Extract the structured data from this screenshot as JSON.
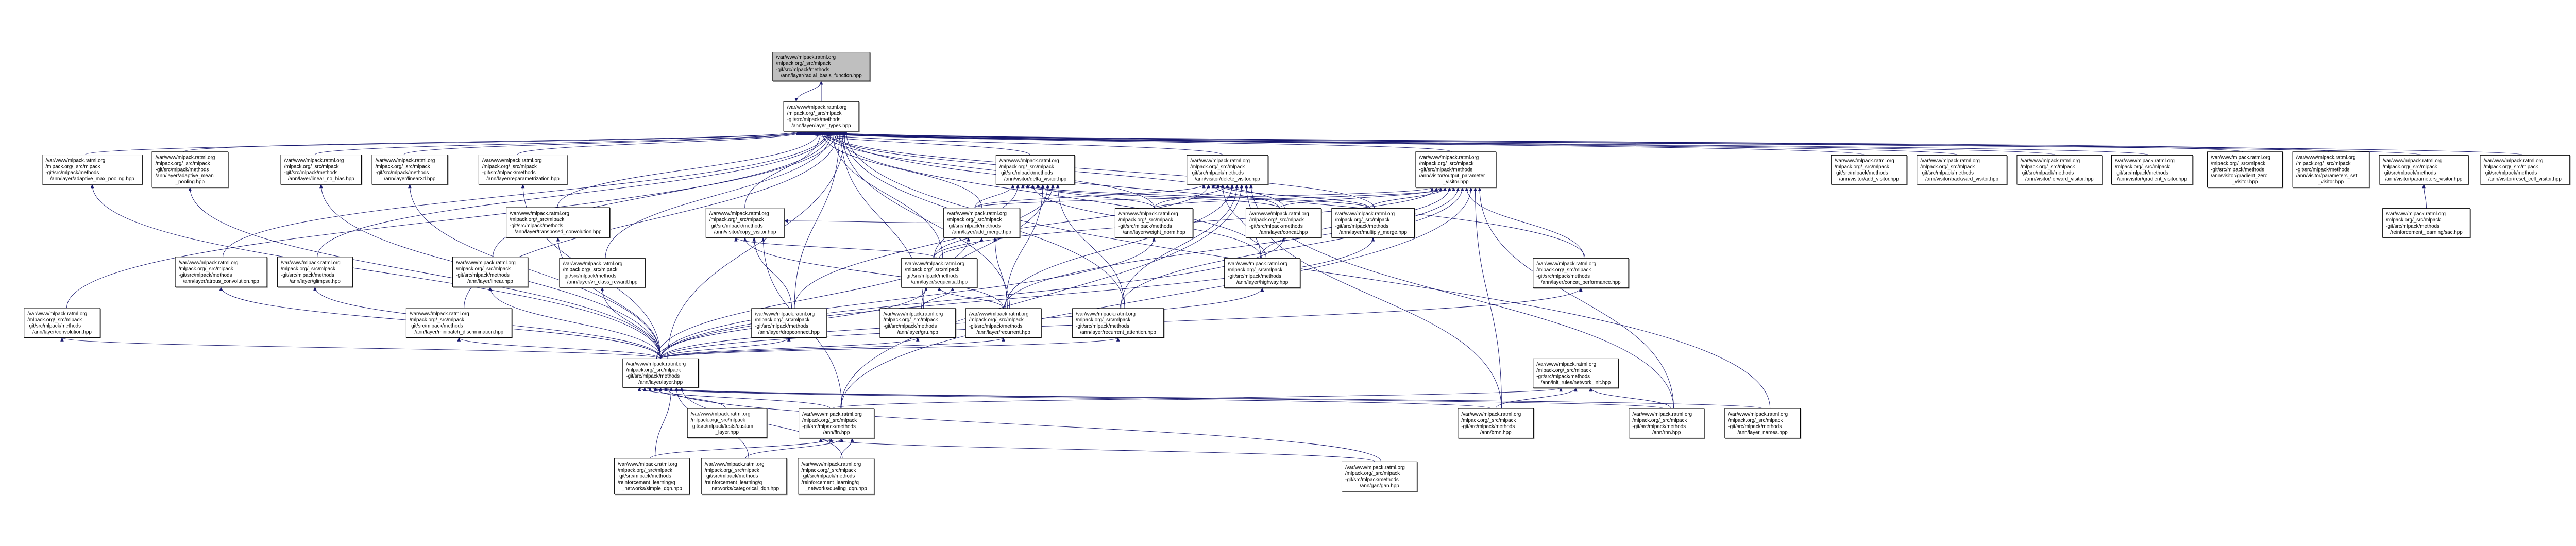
{
  "graph": {
    "edge_color": "#191970",
    "root_fill": "#bfbfbf",
    "nodes": {
      "radial_basis_function": {
        "lines": [
          "/var/www/mlpack.ratml.org",
          "/mlpack.org/_src/mlpack",
          "-git/src/mlpack/methods",
          "/ann/layer/radial_basis_function.hpp"
        ],
        "root": true
      },
      "layer_types": {
        "lines": [
          "/var/www/mlpack.ratml.org",
          "/mlpack.org/_src/mlpack",
          "-git/src/mlpack/methods",
          "/ann/layer/layer_types.hpp"
        ]
      },
      "adaptive_max_pooling": {
        "lines": [
          "/var/www/mlpack.ratml.org",
          "/mlpack.org/_src/mlpack",
          "-git/src/mlpack/methods",
          "/ann/layer/adaptive_max_pooling.hpp"
        ]
      },
      "adaptive_mean_pooling": {
        "lines": [
          "/var/www/mlpack.ratml.org",
          "/mlpack.org/_src/mlpack",
          "-git/src/mlpack/methods",
          "/ann/layer/adaptive_mean",
          "_pooling.hpp"
        ]
      },
      "linear_no_bias": {
        "lines": [
          "/var/www/mlpack.ratml.org",
          "/mlpack.org/_src/mlpack",
          "-git/src/mlpack/methods",
          "/ann/layer/linear_no_bias.hpp"
        ]
      },
      "linear3d": {
        "lines": [
          "/var/www/mlpack.ratml.org",
          "/mlpack.org/_src/mlpack",
          "-git/src/mlpack/methods",
          "/ann/layer/linear3d.hpp"
        ]
      },
      "reparametrization": {
        "lines": [
          "/var/www/mlpack.ratml.org",
          "/mlpack.org/_src/mlpack",
          "-git/src/mlpack/methods",
          "/ann/layer/reparametrization.hpp"
        ]
      },
      "delta_visitor": {
        "lines": [
          "/var/www/mlpack.ratml.org",
          "/mlpack.org/_src/mlpack",
          "-git/src/mlpack/methods",
          "/ann/visitor/delta_visitor.hpp"
        ]
      },
      "delete_visitor": {
        "lines": [
          "/var/www/mlpack.ratml.org",
          "/mlpack.org/_src/mlpack",
          "-git/src/mlpack/methods",
          "/ann/visitor/delete_visitor.hpp"
        ]
      },
      "output_parameter_visitor": {
        "lines": [
          "/var/www/mlpack.ratml.org",
          "/mlpack.org/_src/mlpack",
          "-git/src/mlpack/methods",
          "/ann/visitor/output_parameter",
          "_visitor.hpp"
        ]
      },
      "add_visitor": {
        "lines": [
          "/var/www/mlpack.ratml.org",
          "/mlpack.org/_src/mlpack",
          "-git/src/mlpack/methods",
          "/ann/visitor/add_visitor.hpp"
        ]
      },
      "backward_visitor": {
        "lines": [
          "/var/www/mlpack.ratml.org",
          "/mlpack.org/_src/mlpack",
          "-git/src/mlpack/methods",
          "/ann/visitor/backward_visitor.hpp"
        ]
      },
      "forward_visitor": {
        "lines": [
          "/var/www/mlpack.ratml.org",
          "/mlpack.org/_src/mlpack",
          "-git/src/mlpack/methods",
          "/ann/visitor/forward_visitor.hpp"
        ]
      },
      "gradient_visitor": {
        "lines": [
          "/var/www/mlpack.ratml.org",
          "/mlpack.org/_src/mlpack",
          "-git/src/mlpack/methods",
          "/ann/visitor/gradient_visitor.hpp"
        ]
      },
      "gradient_zero_visitor": {
        "lines": [
          "/var/www/mlpack.ratml.org",
          "/mlpack.org/_src/mlpack",
          "-git/src/mlpack/methods",
          "/ann/visitor/gradient_zero",
          "_visitor.hpp"
        ]
      },
      "parameters_set_visitor": {
        "lines": [
          "/var/www/mlpack.ratml.org",
          "/mlpack.org/_src/mlpack",
          "-git/src/mlpack/methods",
          "/ann/visitor/parameters_set",
          "_visitor.hpp"
        ]
      },
      "parameters_visitor": {
        "lines": [
          "/var/www/mlpack.ratml.org",
          "/mlpack.org/_src/mlpack",
          "-git/src/mlpack/methods",
          "/ann/visitor/parameters_visitor.hpp"
        ]
      },
      "reset_cell_visitor": {
        "lines": [
          "/var/www/mlpack.ratml.org",
          "/mlpack.org/_src/mlpack",
          "-git/src/mlpack/methods",
          "/ann/visitor/reset_cell_visitor.hpp"
        ]
      },
      "transposed_convolution": {
        "lines": [
          "/var/www/mlpack.ratml.org",
          "/mlpack.org/_src/mlpack",
          "-git/src/mlpack/methods",
          "/ann/layer/transposed_convolution.hpp"
        ]
      },
      "copy_visitor": {
        "lines": [
          "/var/www/mlpack.ratml.org",
          "/mlpack.org/_src/mlpack",
          "-git/src/mlpack/methods",
          "/ann/visitor/copy_visitor.hpp"
        ]
      },
      "add_merge": {
        "lines": [
          "/var/www/mlpack.ratml.org",
          "/mlpack.org/_src/mlpack",
          "-git/src/mlpack/methods",
          "/ann/layer/add_merge.hpp"
        ]
      },
      "weight_norm": {
        "lines": [
          "/var/www/mlpack.ratml.org",
          "/mlpack.org/_src/mlpack",
          "-git/src/mlpack/methods",
          "/ann/layer/weight_norm.hpp"
        ]
      },
      "concat": {
        "lines": [
          "/var/www/mlpack.ratml.org",
          "/mlpack.org/_src/mlpack",
          "-git/src/mlpack/methods",
          "/ann/layer/concat.hpp"
        ]
      },
      "multiply_merge": {
        "lines": [
          "/var/www/mlpack.ratml.org",
          "/mlpack.org/_src/mlpack",
          "-git/src/mlpack/methods",
          "/ann/layer/multiply_merge.hpp"
        ]
      },
      "sac": {
        "lines": [
          "/var/www/mlpack.ratml.org",
          "/mlpack.org/_src/mlpack",
          "-git/src/mlpack/methods",
          "/reinforcement_learning/sac.hpp"
        ]
      },
      "atrous_convolution": {
        "lines": [
          "/var/www/mlpack.ratml.org",
          "/mlpack.org/_src/mlpack",
          "-git/src/mlpack/methods",
          "/ann/layer/atrous_convolution.hpp"
        ]
      },
      "glimpse": {
        "lines": [
          "/var/www/mlpack.ratml.org",
          "/mlpack.org/_src/mlpack",
          "-git/src/mlpack/methods",
          "/ann/layer/glimpse.hpp"
        ]
      },
      "linear": {
        "lines": [
          "/var/www/mlpack.ratml.org",
          "/mlpack.org/_src/mlpack",
          "-git/src/mlpack/methods",
          "/ann/layer/linear.hpp"
        ]
      },
      "vr_class_reward": {
        "lines": [
          "/var/www/mlpack.ratml.org",
          "/mlpack.org/_src/mlpack",
          "-git/src/mlpack/methods",
          "/ann/layer/vr_class_reward.hpp"
        ]
      },
      "sequential": {
        "lines": [
          "/var/www/mlpack.ratml.org",
          "/mlpack.org/_src/mlpack",
          "-git/src/mlpack/methods",
          "/ann/layer/sequential.hpp"
        ]
      },
      "highway": {
        "lines": [
          "/var/www/mlpack.ratml.org",
          "/mlpack.org/_src/mlpack",
          "-git/src/mlpack/methods",
          "/ann/layer/highway.hpp"
        ]
      },
      "concat_performance": {
        "lines": [
          "/var/www/mlpack.ratml.org",
          "/mlpack.org/_src/mlpack",
          "-git/src/mlpack/methods",
          "/ann/layer/concat_performance.hpp"
        ]
      },
      "convolution": {
        "lines": [
          "/var/www/mlpack.ratml.org",
          "/mlpack.org/_src/mlpack",
          "-git/src/mlpack/methods",
          "/ann/layer/convolution.hpp"
        ]
      },
      "minibatch_discrimination": {
        "lines": [
          "/var/www/mlpack.ratml.org",
          "/mlpack.org/_src/mlpack",
          "-git/src/mlpack/methods",
          "/ann/layer/minibatch_discrimination.hpp"
        ]
      },
      "dropconnect": {
        "lines": [
          "/var/www/mlpack.ratml.org",
          "/mlpack.org/_src/mlpack",
          "-git/src/mlpack/methods",
          "/ann/layer/dropconnect.hpp"
        ]
      },
      "gru": {
        "lines": [
          "/var/www/mlpack.ratml.org",
          "/mlpack.org/_src/mlpack",
          "-git/src/mlpack/methods",
          "/ann/layer/gru.hpp"
        ]
      },
      "recurrent": {
        "lines": [
          "/var/www/mlpack.ratml.org",
          "/mlpack.org/_src/mlpack",
          "-git/src/mlpack/methods",
          "/ann/layer/recurrent.hpp"
        ]
      },
      "recurrent_attention": {
        "lines": [
          "/var/www/mlpack.ratml.org",
          "/mlpack.org/_src/mlpack",
          "-git/src/mlpack/methods",
          "/ann/layer/recurrent_attention.hpp"
        ]
      },
      "layer": {
        "lines": [
          "/var/www/mlpack.ratml.org",
          "/mlpack.org/_src/mlpack",
          "-git/src/mlpack/methods",
          "/ann/layer/layer.hpp"
        ]
      },
      "network_init": {
        "lines": [
          "/var/www/mlpack.ratml.org",
          "/mlpack.org/_src/mlpack",
          "-git/src/mlpack/methods",
          "/ann/init_rules/network_init.hpp"
        ]
      },
      "custom_layer": {
        "lines": [
          "/var/www/mlpack.ratml.org",
          "/mlpack.org/_src/mlpack",
          "-git/src/mlpack/tests/custom",
          "_layer.hpp"
        ]
      },
      "ffn": {
        "lines": [
          "/var/www/mlpack.ratml.org",
          "/mlpack.org/_src/mlpack",
          "-git/src/mlpack/methods",
          "/ann/ffn.hpp"
        ]
      },
      "brnn": {
        "lines": [
          "/var/www/mlpack.ratml.org",
          "/mlpack.org/_src/mlpack",
          "-git/src/mlpack/methods",
          "/ann/brnn.hpp"
        ]
      },
      "rnn": {
        "lines": [
          "/var/www/mlpack.ratml.org",
          "/mlpack.org/_src/mlpack",
          "-git/src/mlpack/methods",
          "/ann/rnn.hpp"
        ]
      },
      "layer_names": {
        "lines": [
          "/var/www/mlpack.ratml.org",
          "/mlpack.org/_src/mlpack",
          "-git/src/mlpack/methods",
          "/ann/layer_names.hpp"
        ]
      },
      "simple_dqn": {
        "lines": [
          "/var/www/mlpack.ratml.org",
          "/mlpack.org/_src/mlpack",
          "-git/src/mlpack/methods",
          "/reinforcement_learning/q",
          "_networks/simple_dqn.hpp"
        ]
      },
      "categorical_dqn": {
        "lines": [
          "/var/www/mlpack.ratml.org",
          "/mlpack.org/_src/mlpack",
          "-git/src/mlpack/methods",
          "/reinforcement_learning/q",
          "_networks/categorical_dqn.hpp"
        ]
      },
      "dueling_dqn": {
        "lines": [
          "/var/www/mlpack.ratml.org",
          "/mlpack.org/_src/mlpack",
          "-git/src/mlpack/methods",
          "/reinforcement_learning/q",
          "_networks/dueling_dqn.hpp"
        ]
      },
      "gan": {
        "lines": [
          "/var/www/mlpack.ratml.org",
          "/mlpack.org/_src/mlpack",
          "-git/src/mlpack/methods",
          "/ann/gan/gan.hpp"
        ]
      }
    },
    "edges": [
      [
        "layer_types",
        "radial_basis_function"
      ],
      [
        "radial_basis_function",
        "layer_types"
      ],
      [
        "adaptive_max_pooling",
        "layer_types"
      ],
      [
        "adaptive_mean_pooling",
        "layer_types"
      ],
      [
        "linear_no_bias",
        "layer_types"
      ],
      [
        "linear3d",
        "layer_types"
      ],
      [
        "reparametrization",
        "layer_types"
      ],
      [
        "delta_visitor",
        "layer_types"
      ],
      [
        "delete_visitor",
        "layer_types"
      ],
      [
        "output_parameter_visitor",
        "layer_types"
      ],
      [
        "add_visitor",
        "layer_types"
      ],
      [
        "backward_visitor",
        "layer_types"
      ],
      [
        "forward_visitor",
        "layer_types"
      ],
      [
        "gradient_visitor",
        "layer_types"
      ],
      [
        "gradient_zero_visitor",
        "layer_types"
      ],
      [
        "parameters_set_visitor",
        "layer_types"
      ],
      [
        "parameters_visitor",
        "layer_types"
      ],
      [
        "reset_cell_visitor",
        "layer_types"
      ],
      [
        "transposed_convolution",
        "layer_types"
      ],
      [
        "copy_visitor",
        "layer_types"
      ],
      [
        "add_merge",
        "layer_types"
      ],
      [
        "weight_norm",
        "layer_types"
      ],
      [
        "concat",
        "layer_types"
      ],
      [
        "multiply_merge",
        "layer_types"
      ],
      [
        "atrous_convolution",
        "layer_types"
      ],
      [
        "glimpse",
        "layer_types"
      ],
      [
        "linear",
        "layer_types"
      ],
      [
        "vr_class_reward",
        "layer_types"
      ],
      [
        "sequential",
        "layer_types"
      ],
      [
        "highway",
        "layer_types"
      ],
      [
        "concat_performance",
        "layer_types"
      ],
      [
        "convolution",
        "layer_types"
      ],
      [
        "minibatch_discrimination",
        "layer_types"
      ],
      [
        "dropconnect",
        "layer_types"
      ],
      [
        "gru",
        "layer_types"
      ],
      [
        "recurrent",
        "layer_types"
      ],
      [
        "recurrent_attention",
        "layer_types"
      ],
      [
        "layer",
        "layer_types"
      ],
      [
        "layer_names",
        "layer_types"
      ],
      [
        "layer",
        "adaptive_max_pooling"
      ],
      [
        "layer",
        "adaptive_mean_pooling"
      ],
      [
        "layer",
        "linear_no_bias"
      ],
      [
        "layer",
        "linear3d"
      ],
      [
        "layer",
        "reparametrization"
      ],
      [
        "layer",
        "transposed_convolution"
      ],
      [
        "layer",
        "atrous_convolution"
      ],
      [
        "layer",
        "glimpse"
      ],
      [
        "layer",
        "linear"
      ],
      [
        "layer",
        "vr_class_reward"
      ],
      [
        "layer",
        "convolution"
      ],
      [
        "layer",
        "minibatch_discrimination"
      ],
      [
        "layer",
        "dropconnect"
      ],
      [
        "layer",
        "gru"
      ],
      [
        "layer",
        "recurrent"
      ],
      [
        "layer",
        "recurrent_attention"
      ],
      [
        "layer",
        "sequential"
      ],
      [
        "layer",
        "highway"
      ],
      [
        "layer",
        "concat_performance"
      ],
      [
        "layer",
        "add_merge"
      ],
      [
        "layer",
        "weight_norm"
      ],
      [
        "layer",
        "concat"
      ],
      [
        "layer",
        "multiply_merge"
      ],
      [
        "add_merge",
        "delta_visitor"
      ],
      [
        "add_merge",
        "delete_visitor"
      ],
      [
        "add_merge",
        "output_parameter_visitor"
      ],
      [
        "add_merge",
        "copy_visitor"
      ],
      [
        "sequential",
        "delta_visitor"
      ],
      [
        "sequential",
        "delete_visitor"
      ],
      [
        "sequential",
        "output_parameter_visitor"
      ],
      [
        "sequential",
        "copy_visitor"
      ],
      [
        "sequential",
        "add_merge"
      ],
      [
        "concat",
        "delta_visitor"
      ],
      [
        "concat",
        "delete_visitor"
      ],
      [
        "concat",
        "output_parameter_visitor"
      ],
      [
        "multiply_merge",
        "delta_visitor"
      ],
      [
        "multiply_merge",
        "delete_visitor"
      ],
      [
        "multiply_merge",
        "output_parameter_visitor"
      ],
      [
        "highway",
        "delta_visitor"
      ],
      [
        "highway",
        "delete_visitor"
      ],
      [
        "highway",
        "output_parameter_visitor"
      ],
      [
        "weight_norm",
        "delta_visitor"
      ],
      [
        "weight_norm",
        "delete_visitor"
      ],
      [
        "weight_norm",
        "output_parameter_visitor"
      ],
      [
        "recurrent",
        "delta_visitor"
      ],
      [
        "recurrent",
        "delete_visitor"
      ],
      [
        "recurrent",
        "output_parameter_visitor"
      ],
      [
        "recurrent",
        "copy_visitor"
      ],
      [
        "recurrent",
        "add_merge"
      ],
      [
        "recurrent",
        "sequential"
      ],
      [
        "gru",
        "sequential"
      ],
      [
        "gru",
        "delta_visitor"
      ],
      [
        "dropconnect",
        "delta_visitor"
      ],
      [
        "dropconnect",
        "copy_visitor"
      ],
      [
        "recurrent_attention",
        "delta_visitor"
      ],
      [
        "recurrent_attention",
        "delete_visitor"
      ],
      [
        "recurrent_attention",
        "output_parameter_visitor"
      ],
      [
        "concat_performance",
        "output_parameter_visitor"
      ],
      [
        "ffn",
        "layer"
      ],
      [
        "ffn",
        "network_init"
      ],
      [
        "ffn",
        "delete_visitor"
      ],
      [
        "ffn",
        "output_parameter_visitor"
      ],
      [
        "ffn",
        "copy_visitor"
      ],
      [
        "brnn",
        "layer"
      ],
      [
        "brnn",
        "network_init"
      ],
      [
        "brnn",
        "delete_visitor"
      ],
      [
        "brnn",
        "output_parameter_visitor"
      ],
      [
        "rnn",
        "layer"
      ],
      [
        "rnn",
        "network_init"
      ],
      [
        "rnn",
        "delete_visitor"
      ],
      [
        "rnn",
        "output_parameter_visitor"
      ],
      [
        "custom_layer",
        "layer"
      ],
      [
        "layer_names",
        "layer"
      ],
      [
        "gan",
        "layer"
      ],
      [
        "gan",
        "ffn"
      ],
      [
        "simple_dqn",
        "layer"
      ],
      [
        "simple_dqn",
        "ffn"
      ],
      [
        "categorical_dqn",
        "layer"
      ],
      [
        "categorical_dqn",
        "ffn"
      ],
      [
        "dueling_dqn",
        "layer"
      ],
      [
        "dueling_dqn",
        "ffn"
      ],
      [
        "sac",
        "parameters_visitor"
      ]
    ]
  }
}
